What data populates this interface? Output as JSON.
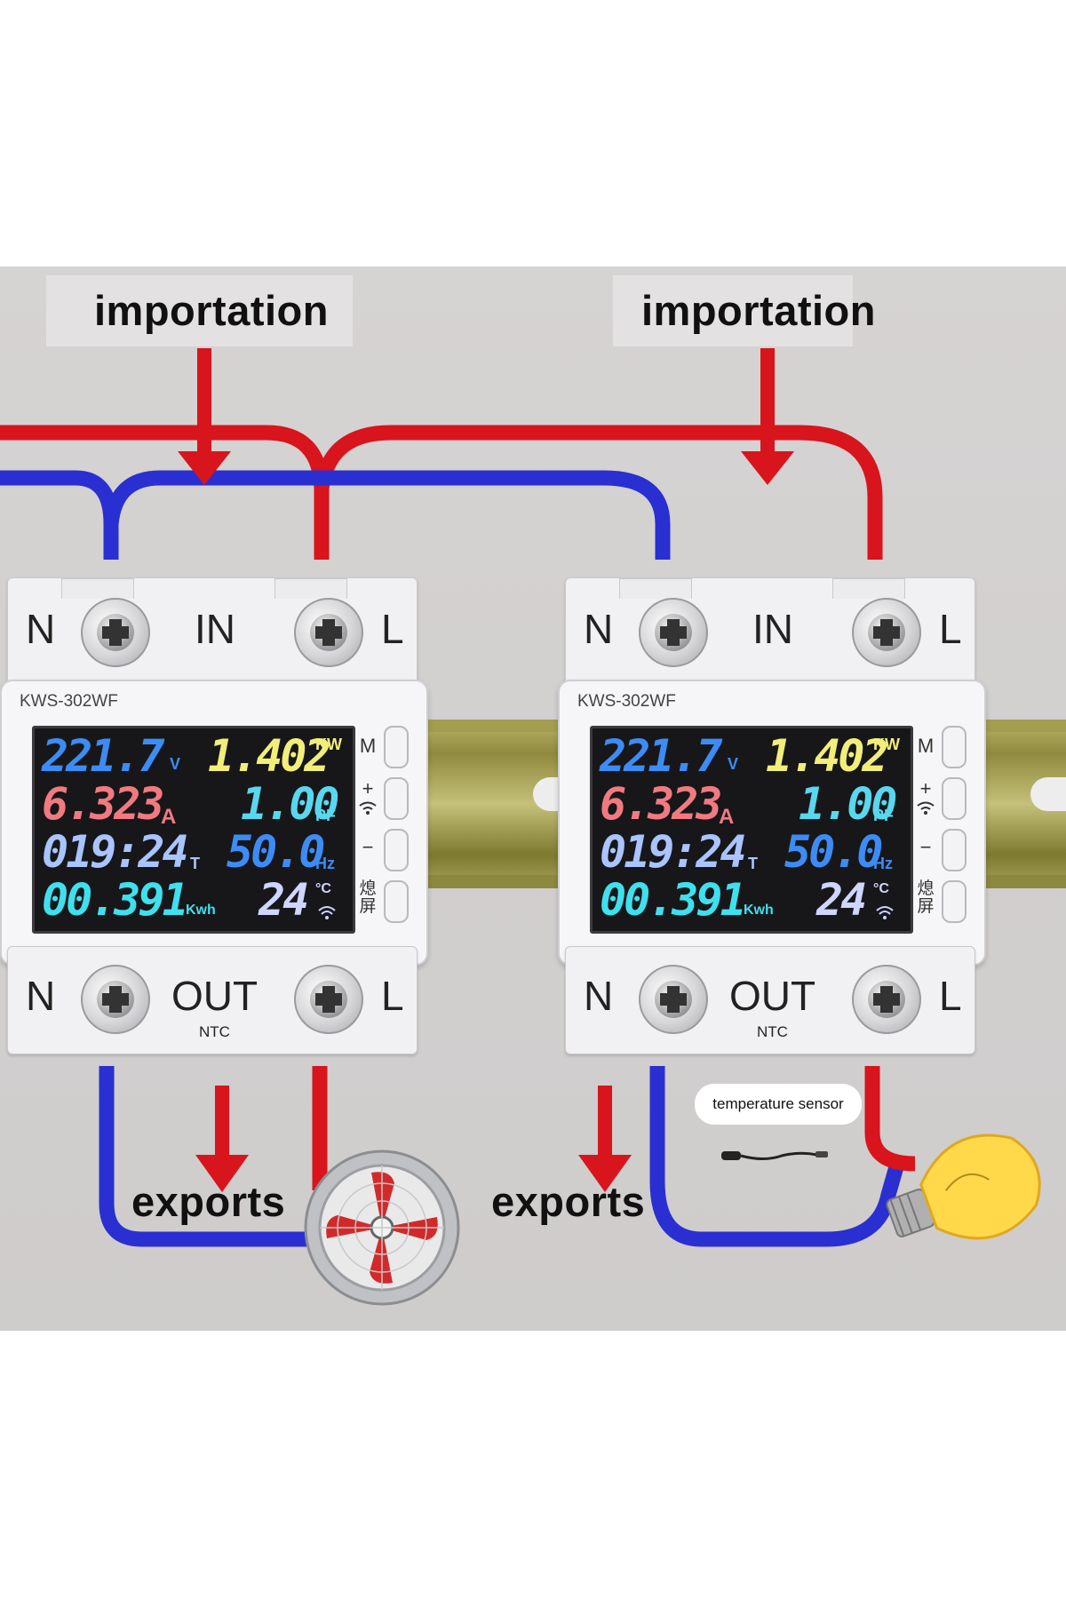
{
  "labels": {
    "import_left": "importation",
    "import_right": "importation",
    "export_left": "exports",
    "export_right": "exports",
    "sensor": "temperature sensor"
  },
  "devices": [
    {
      "model": "KWS-302WF",
      "top_left": "N",
      "top_mid": "IN",
      "top_right": "L",
      "bot_left": "N",
      "bot_mid": "OUT",
      "bot_sub": "NTC",
      "bot_right": "L",
      "voltage": "221.7",
      "voltage_unit": "V",
      "power": "1.402",
      "power_unit": "KW",
      "current": "6.323",
      "current_unit": "A",
      "pf": "1.00",
      "pf_unit": "PF",
      "time": "019:24",
      "time_unit": "T",
      "freq": "50.0",
      "freq_unit": "Hz",
      "energy": "00.391",
      "energy_unit": "Kwh",
      "temp": "24",
      "temp_unit": "°C",
      "buttons": {
        "m": "M",
        "plus": "+",
        "minus": "−",
        "screen": "熄屏"
      }
    },
    {
      "model": "KWS-302WF",
      "top_left": "N",
      "top_mid": "IN",
      "top_right": "L",
      "bot_left": "N",
      "bot_mid": "OUT",
      "bot_sub": "NTC",
      "bot_right": "L",
      "voltage": "221.7",
      "voltage_unit": "V",
      "power": "1.402",
      "power_unit": "KW",
      "current": "6.323",
      "current_unit": "A",
      "pf": "1.00",
      "pf_unit": "PF",
      "time": "019:24",
      "time_unit": "T",
      "freq": "50.0",
      "freq_unit": "Hz",
      "energy": "00.391",
      "energy_unit": "Kwh",
      "temp": "24",
      "temp_unit": "°C",
      "buttons": {
        "m": "M",
        "plus": "+",
        "minus": "−",
        "screen": "熄屏"
      }
    }
  ],
  "colors": {
    "live_wire": "#d8141c",
    "neutral_wire": "#2a2fd1",
    "arrow": "#d8141c",
    "voltage": "#3d8cf5",
    "power": "#f2ee7a",
    "current": "#f07a80",
    "pf": "#58d8ee",
    "time": "#a9c4ff",
    "freq": "#3d8cf5",
    "energy": "#3fe0ee",
    "temp": "#cfd6ff"
  }
}
